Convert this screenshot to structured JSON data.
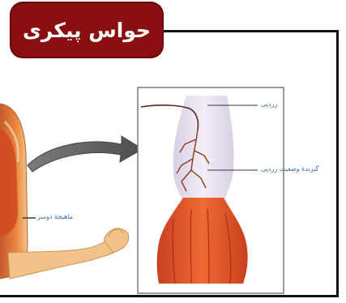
{
  "title": "حواس پیکری",
  "labels": {
    "muscle": "ماهیچهٔ دوسر",
    "nerve": "زردپی",
    "receptor": "گیرندهٔ وضعیت زردپی"
  },
  "colors": {
    "badge": "#8a0f10",
    "frame": "#111111",
    "label_text": "#3a6fa0",
    "muscle": "#d9502a",
    "tendon": "#e4dcea",
    "skin": "#f1c38a"
  }
}
